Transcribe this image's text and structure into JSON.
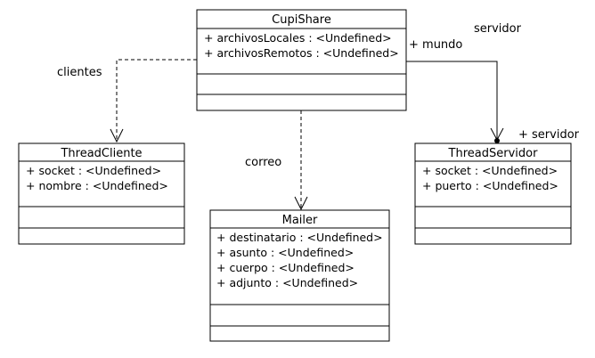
{
  "classes": {
    "cupishare": {
      "name": "CupiShare",
      "attributes": [
        "+ archivosLocales : <Undefined>",
        "+ archivosRemotos : <Undefined>"
      ]
    },
    "thread_cliente": {
      "name": "ThreadCliente",
      "attributes": [
        "+ socket : <Undefined>",
        "+ nombre : <Undefined>"
      ]
    },
    "mailer": {
      "name": "Mailer",
      "attributes": [
        "+ destinatario : <Undefined>",
        "+ asunto : <Undefined>",
        "+ cuerpo : <Undefined>",
        "+ adjunto : <Undefined>"
      ]
    },
    "thread_servidor": {
      "name": "ThreadServidor",
      "attributes": [
        "+ socket : <Undefined>",
        "+ puerto : <Undefined>"
      ]
    }
  },
  "relations": {
    "clientes": "clientes",
    "correo": "correo",
    "servidor_name": "servidor",
    "mundo_role": "+ mundo",
    "servidor_role": "+ servidor"
  },
  "colors": {
    "line": "#000000",
    "fill": "#ffffff"
  }
}
